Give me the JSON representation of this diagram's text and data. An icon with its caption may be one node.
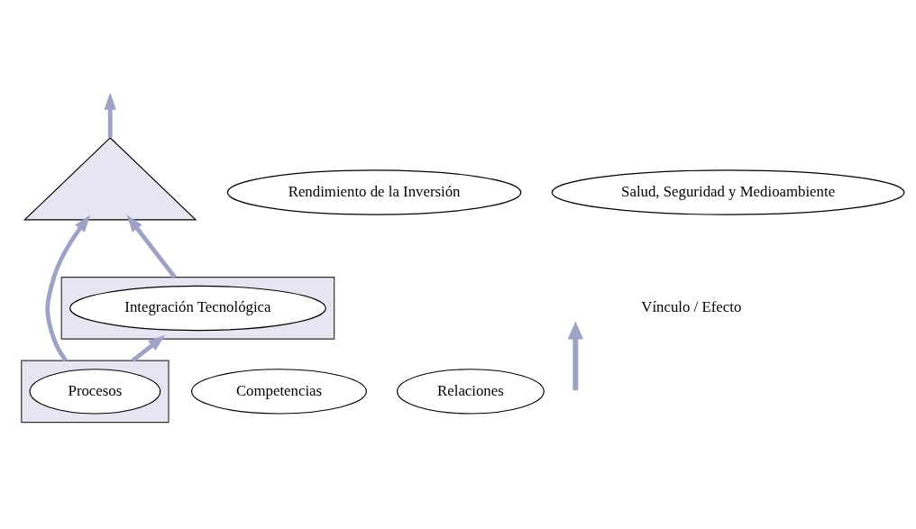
{
  "diagram": {
    "nodes": [
      {
        "text": [],
        "shape": "triangle"
      },
      {
        "text": [
          "Rendimiento de la Inversión"
        ]
      },
      {
        "text": [
          "Salud, Seguridad y Medioambiente"
        ]
      },
      {
        "text": [],
        "shape": "trapezoid"
      },
      {
        "text": [
          "Integración Tecnológica"
        ],
        "in": 3
      },
      {
        "text": [],
        "shape": "trapezoid"
      },
      {
        "text": [
          "Procesos"
        ],
        "in": 5
      },
      {
        "text": [
          "Competencias"
        ]
      },
      {
        "text": [
          "Relaciones"
        ]
      }
    ],
    "edges": [
      {
        "from": 5,
        "to": 3,
        "arrow": "to"
      },
      {
        "from": 3,
        "to": 0,
        "arrow": "to"
      },
      {
        "from": 5,
        "to": 0,
        "arrow": "to"
      },
      {
        "from": 0,
        "to": null,
        "arrow": "to"
      }
    ],
    "legend": [
      {
        "text": "Vínculo / Efecto"
      }
    ]
  }
}
